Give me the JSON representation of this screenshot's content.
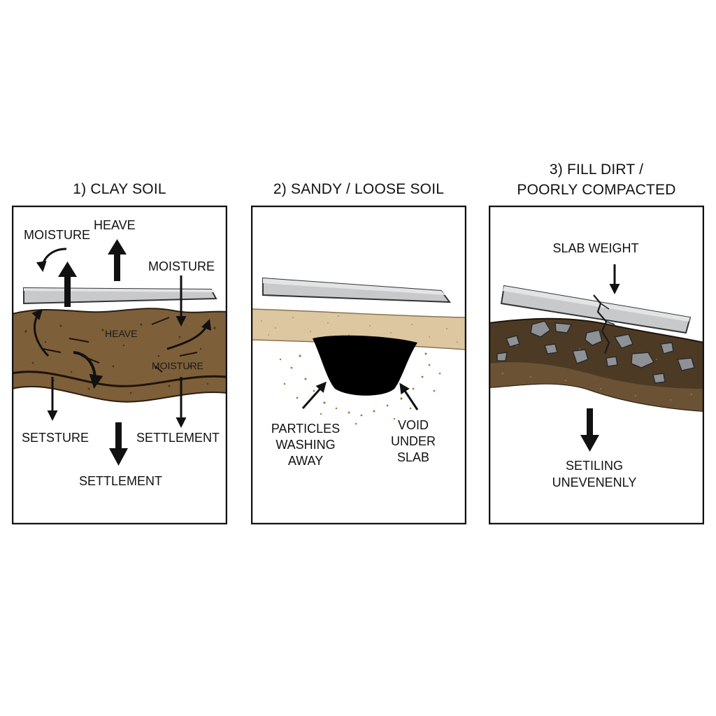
{
  "panels": [
    {
      "title_lines": [
        "1) CLAY SOIL"
      ],
      "labels": {
        "moisture_top_left": "MOISTURE",
        "heave_top": "HEAVE",
        "moisture_top_right": "MOISTURE",
        "heave_in_soil": "HEAVE",
        "moisture_in_soil": "MOISTURE",
        "settlement_left": "SETSTURE",
        "settlement_right": "SETTLEMENT",
        "settlement_bottom": "SETTLEMENT"
      }
    },
    {
      "title_lines": [
        "2) SANDY / LOOSE SOIL"
      ],
      "labels": {
        "particles": [
          "PARTICLES",
          "WASHING",
          "AWAY"
        ],
        "void": [
          "VOID",
          "UNDER",
          "SLAB"
        ]
      }
    },
    {
      "title_lines": [
        "3) FILL DIRT /",
        "POORLY COMPACTED"
      ],
      "labels": {
        "slab_weight": "SLAB WEIGHT",
        "settling": [
          "SETILING",
          "UNEVENENLY"
        ]
      }
    }
  ],
  "colors": {
    "frame": "#111111",
    "slab": "#c8c9cb",
    "clay": "#7d5f3a",
    "sand": "#dcc7a0",
    "fill_dirt": "#4d3a25",
    "void": "#000000",
    "rock": "#8e9195"
  }
}
